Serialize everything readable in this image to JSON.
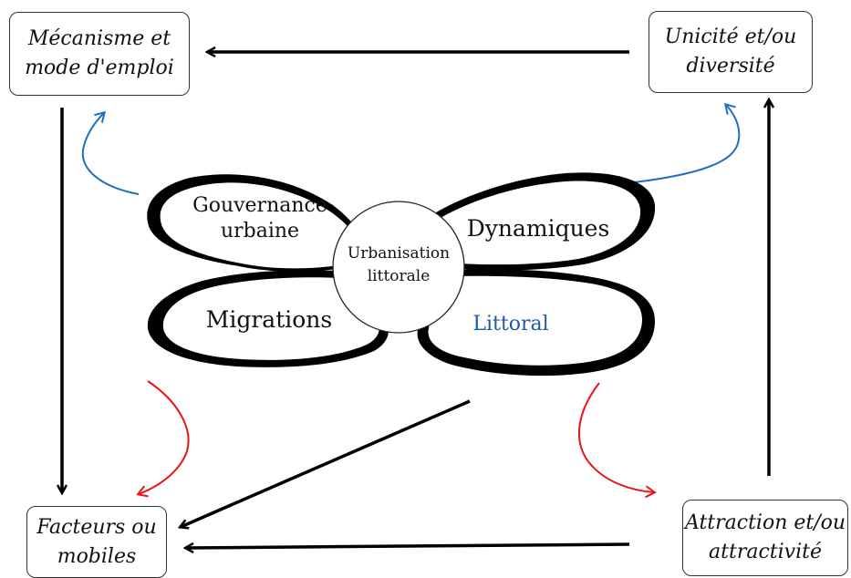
{
  "boxes": {
    "top_left": {
      "line1": "Mécanisme et",
      "line2": "mode d'emploi"
    },
    "top_right": {
      "line1": "Unicité et/ou",
      "line2": "diversité"
    },
    "bottom_left": {
      "line1": "Facteurs ou",
      "line2": "mobiles"
    },
    "bottom_right": {
      "line1": "Attraction et/ou",
      "line2": "attractivité"
    }
  },
  "center": {
    "line1": "Urbanisation",
    "line2": "littorale"
  },
  "petals": {
    "top_left": {
      "line1": "Gouvernance",
      "line2": "urbaine"
    },
    "top_right": {
      "label": "Dynamiques"
    },
    "bottom_left": {
      "label": "Migrations"
    },
    "bottom_right": {
      "label": "Littoral",
      "color": "#1f5aa6"
    }
  },
  "colors": {
    "blue_arrow": "#1f6fbf",
    "red_arrow": "#e8141b",
    "black_arrow": "#000000"
  }
}
